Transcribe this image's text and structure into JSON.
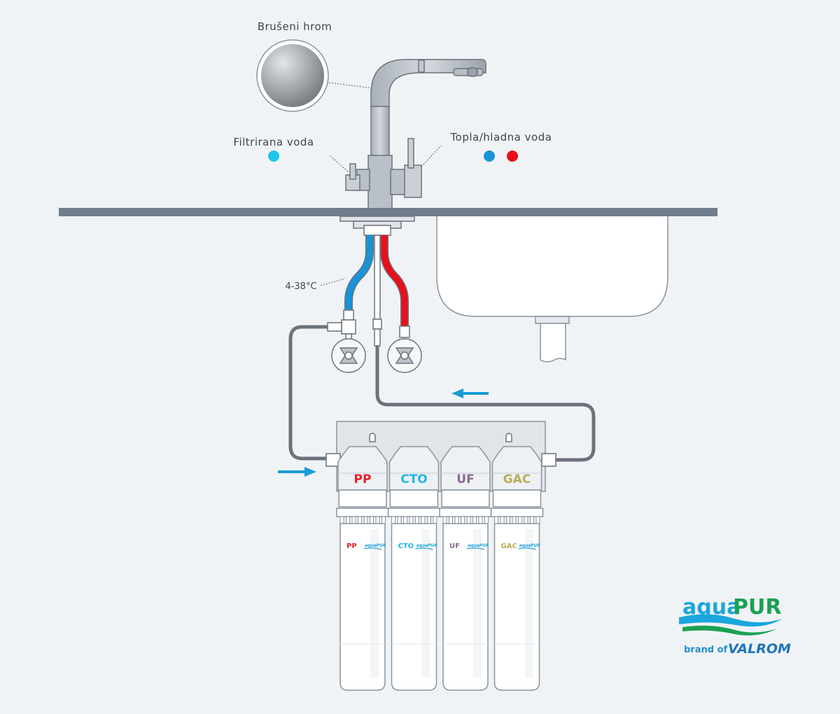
{
  "labels": {
    "finish": "Brušeni hrom",
    "filtered_water": "Filtrirana voda",
    "hot_cold_water": "Topla/hladna voda",
    "temperature": "4-38°C"
  },
  "filters": [
    {
      "code": "PP",
      "color": "#e8212a"
    },
    {
      "code": "CTO",
      "color": "#1fb8e6"
    },
    {
      "code": "UF",
      "color": "#8a6a92"
    },
    {
      "code": "GAC",
      "color": "#b8ad55"
    }
  ],
  "colors": {
    "filtered": "#1ec4ef",
    "cold": "#1893d6",
    "hot": "#e8101b",
    "flow_arrow": "#1a9cd6"
  },
  "brand": {
    "logo_left": "aqua",
    "logo_right": "PUR",
    "tagline": "brand of",
    "company": "VALROM",
    "mini_logo": "aquaPUR"
  }
}
